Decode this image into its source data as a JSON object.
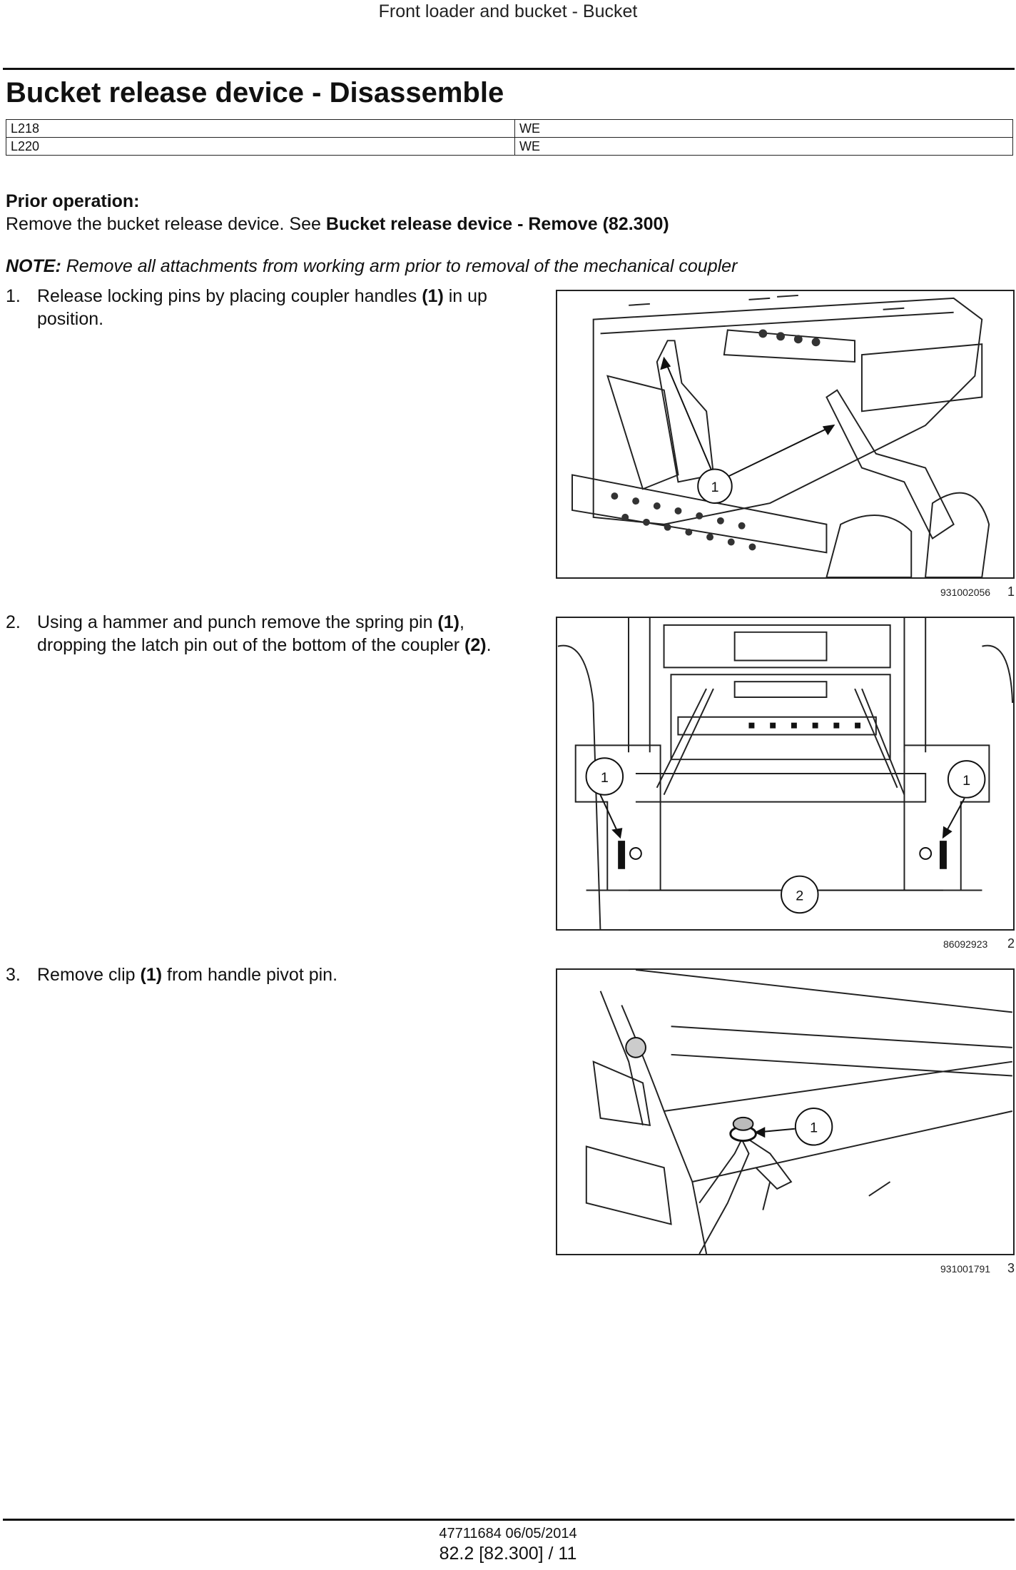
{
  "header": {
    "section": "Front loader and bucket - Bucket"
  },
  "title": "Bucket release device - Disassemble",
  "models": [
    {
      "model": "L218",
      "market": "WE"
    },
    {
      "model": "L220",
      "market": "WE"
    }
  ],
  "prior_operation": {
    "label": "Prior operation:",
    "text": "Remove the bucket release device. See ",
    "link": "Bucket release device - Remove (82.300)"
  },
  "note": {
    "label": "NOTE:",
    "text": " Remove all attachments from working arm prior to removal of the mechanical coupler"
  },
  "steps": [
    {
      "number": "1.",
      "parts": [
        "Release locking pins by placing coupler handles ",
        "(1)",
        " in up position."
      ],
      "figure_id": "931002056",
      "figure_number": "1",
      "callouts": [
        "1"
      ]
    },
    {
      "number": "2.",
      "parts": [
        "Using a hammer and punch remove the spring pin ",
        "(1)",
        ", dropping the latch pin out of the bottom of the coupler ",
        "(2)",
        "."
      ],
      "figure_id": "86092923",
      "figure_number": "2",
      "callouts": [
        "1",
        "1",
        "2"
      ]
    },
    {
      "number": "3.",
      "parts": [
        "Remove clip ",
        "(1)",
        " from handle pivot pin."
      ],
      "figure_id": "931001791",
      "figure_number": "3",
      "callouts": [
        "1"
      ]
    }
  ],
  "footer": {
    "doc": "47711684 06/05/2014",
    "page": "82.2 [82.300] / 11"
  }
}
